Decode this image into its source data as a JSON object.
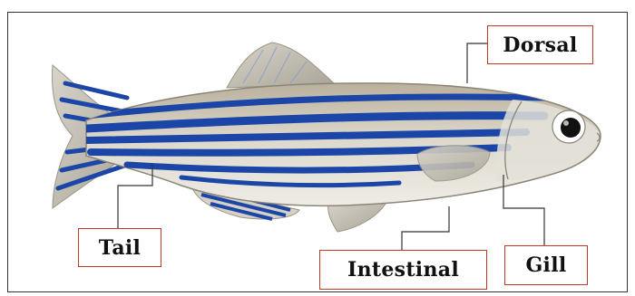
{
  "labels": {
    "dorsal": "Dorsal",
    "tail": "Tail",
    "intestinal": "Intestinal",
    "gill": "Gill"
  },
  "colors": {
    "label_border": "#c0392b",
    "stripe_blue": "#1c45a8",
    "body_light": "#e9e6dd",
    "body_dark": "#bdb6a6"
  }
}
